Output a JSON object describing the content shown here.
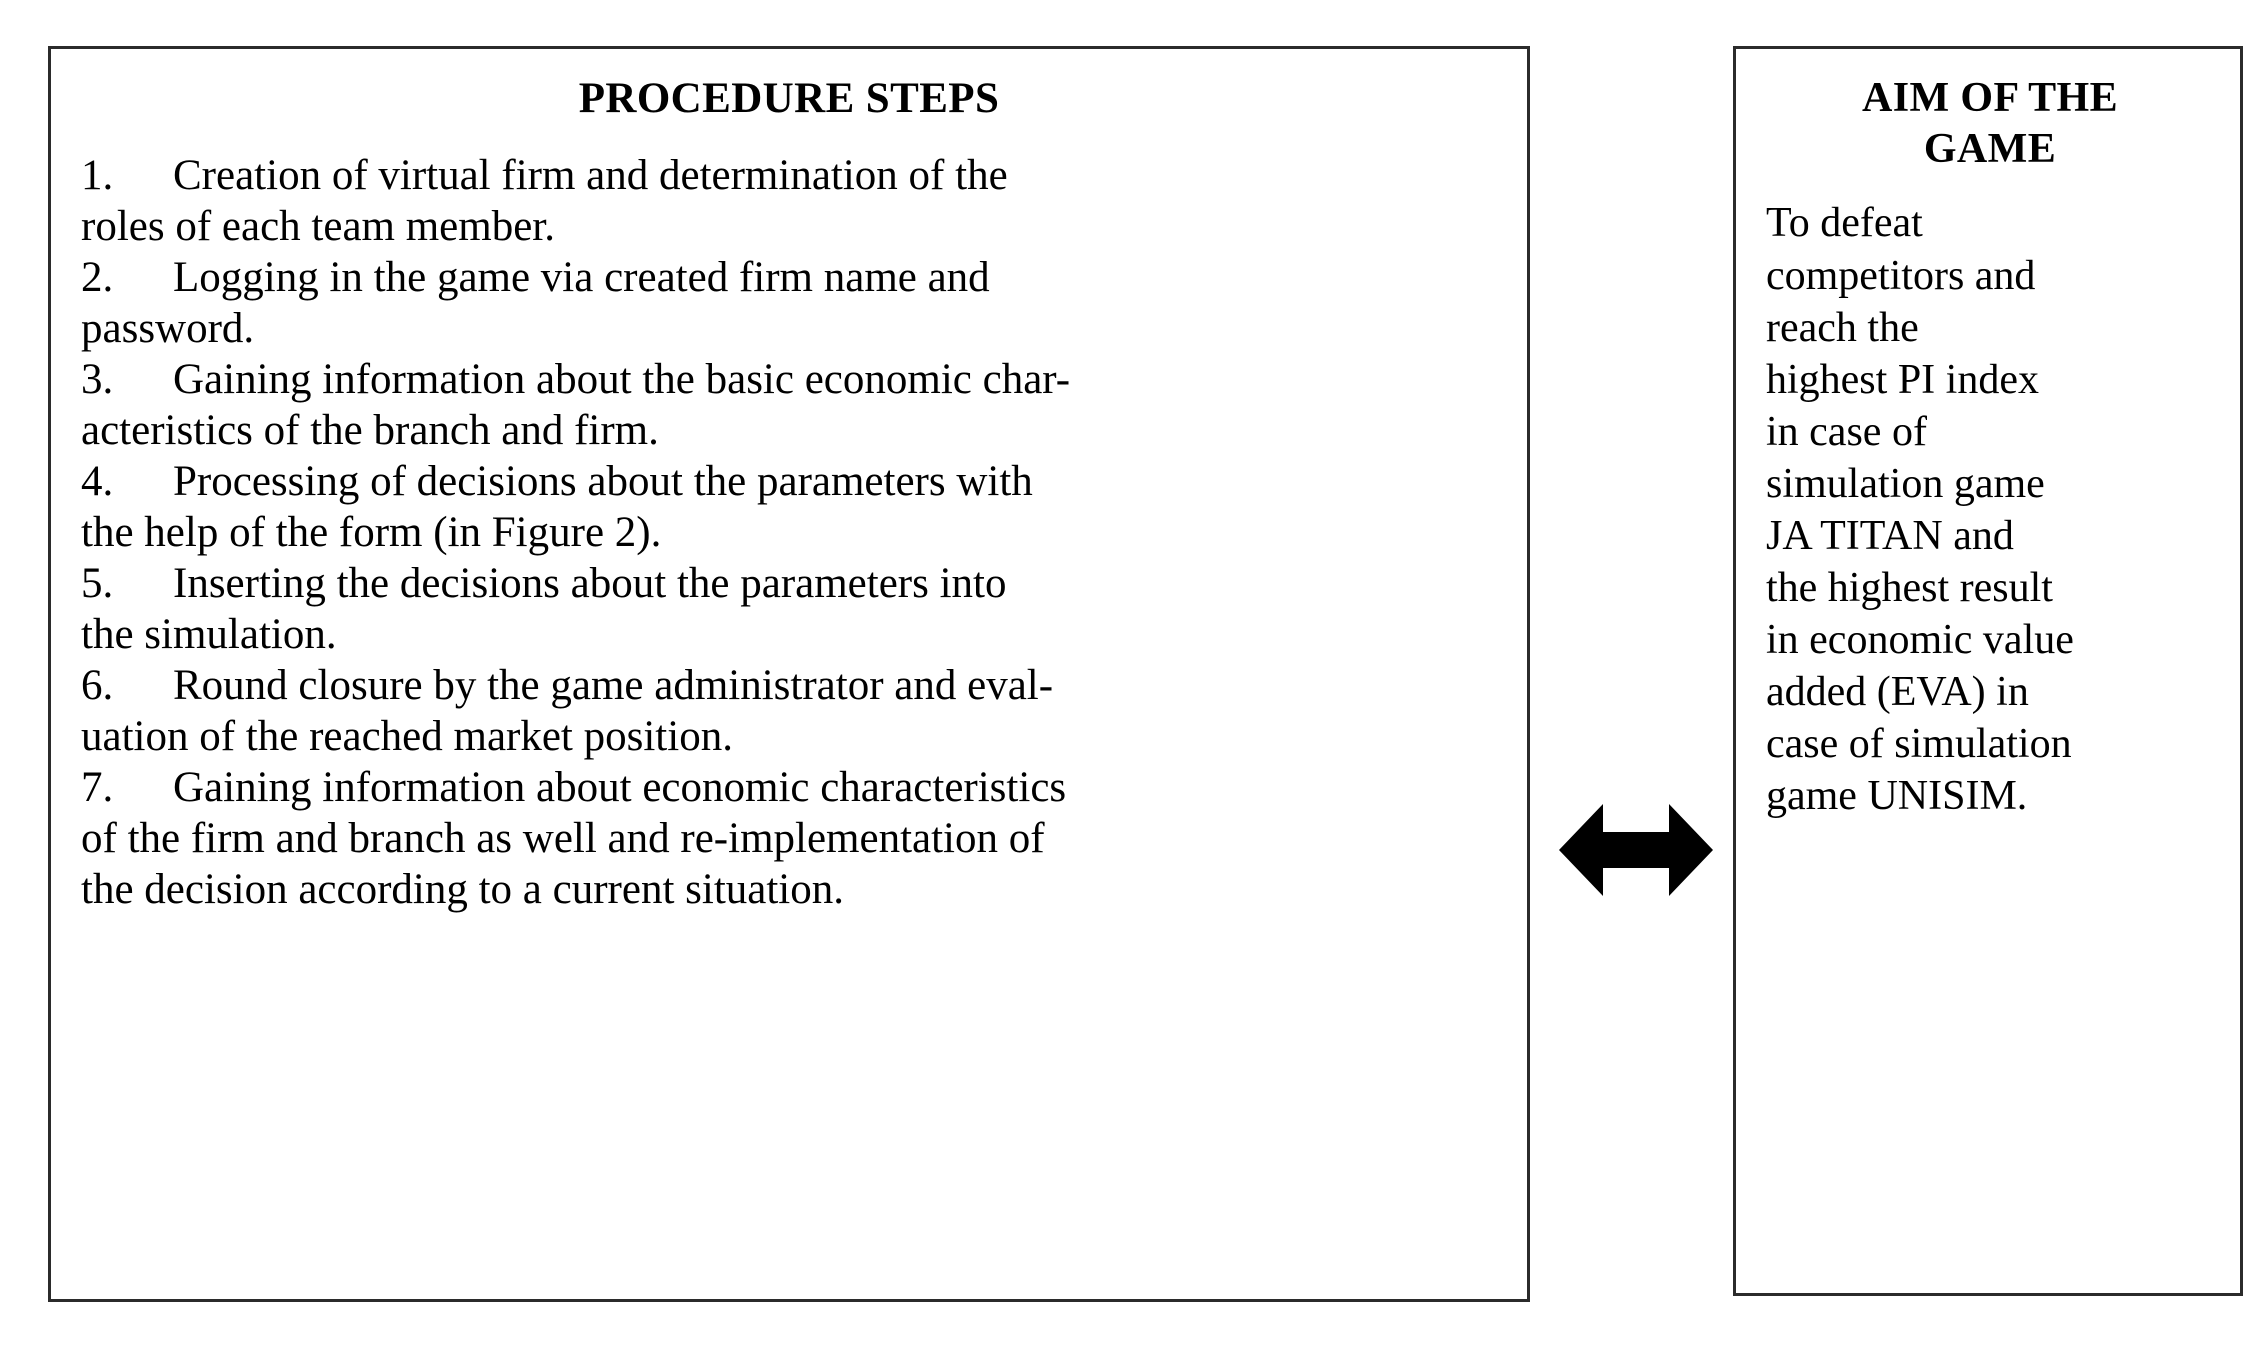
{
  "figure": {
    "type": "two-box-diagram",
    "connector": "double-headed-horizontal-arrow"
  },
  "left_panel": {
    "title": "PROCEDURE STEPS",
    "items": [
      {
        "number": "1.",
        "text": "Creation of virtual firm and determination of the\nroles of each team member."
      },
      {
        "number": "2.",
        "text": "Logging in the game via created firm name and\npassword."
      },
      {
        "number": "3.",
        "text": "Gaining information about the basic economic char-\nacteristics of the branch and firm."
      },
      {
        "number": "4.",
        "text": "Processing of decisions about the parameters with\nthe help of the form (in Figure 2)."
      },
      {
        "number": "5.",
        "text": "Inserting the decisions about the parameters into\nthe simulation."
      },
      {
        "number": "6.",
        "text": "Round closure by the game administrator and eval-\nuation of the reached market position."
      },
      {
        "number": "7.",
        "text": "Gaining information about economic characteristics\nof the firm and branch as well and re-implementation of\nthe decision according to a current situation."
      }
    ]
  },
  "right_panel": {
    "title": "AIM OF THE\nGAME",
    "body": "To defeat\ncompetitors and\nreach the\nhighest PI index\nin case of\nsimulation game\nJA TITAN and\nthe highest result\nin economic value\nadded (EVA) in\ncase of simulation\ngame UNISIM."
  },
  "colors": {
    "border": "#2b2b2b",
    "text": "#000000",
    "background": "#ffffff",
    "arrow": "#000000"
  }
}
